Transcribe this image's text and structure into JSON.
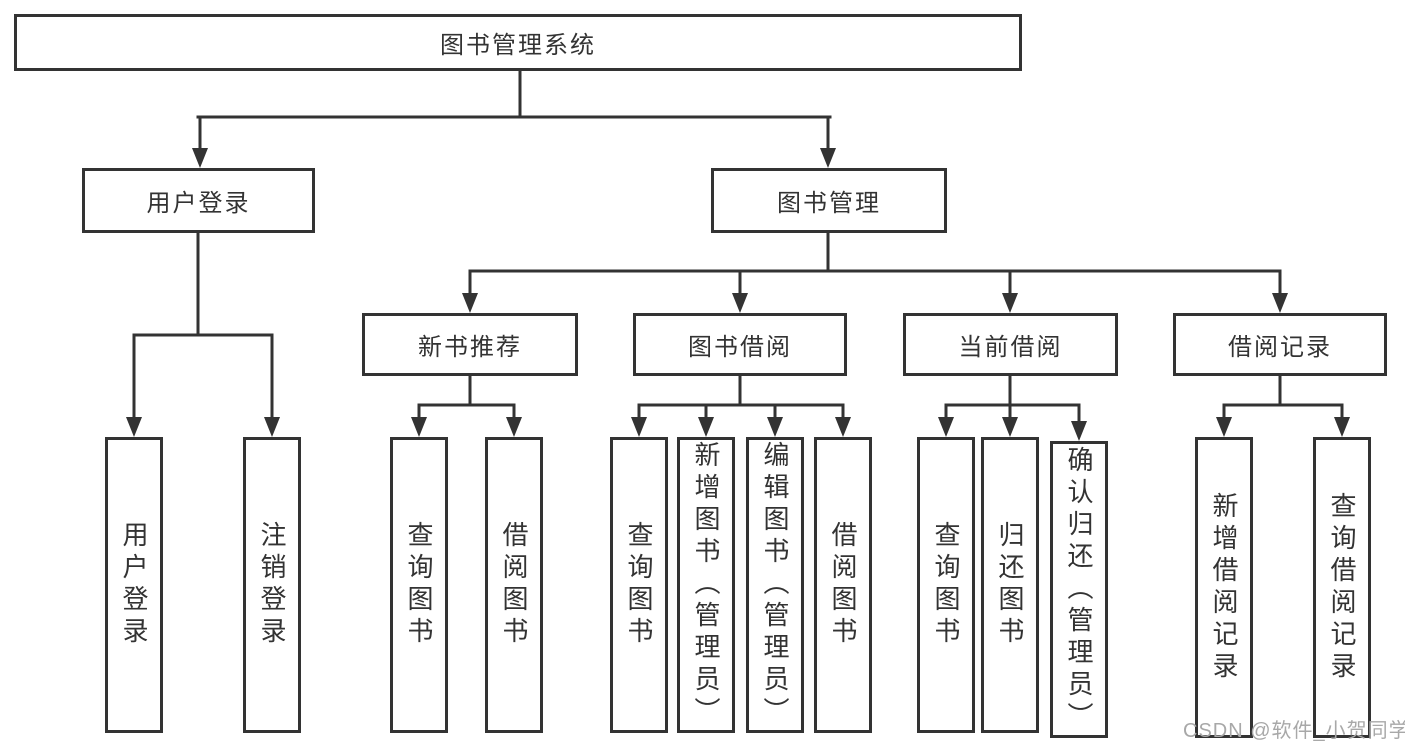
{
  "diagram": {
    "title": "图书管理系统",
    "branches": [
      {
        "label": "用户登录",
        "children": [
          {
            "label": "用户登录"
          },
          {
            "label": "注销登录"
          }
        ]
      },
      {
        "label": "图书管理",
        "children": [
          {
            "label": "新书推荐",
            "children": [
              {
                "label": "查询图书"
              },
              {
                "label": "借阅图书"
              }
            ]
          },
          {
            "label": "图书借阅",
            "children": [
              {
                "label": "查询图书"
              },
              {
                "label": "新增图书（管理员）"
              },
              {
                "label": "编辑图书（管理员）"
              },
              {
                "label": "借阅图书"
              }
            ]
          },
          {
            "label": "当前借阅",
            "children": [
              {
                "label": "查询图书"
              },
              {
                "label": "归还图书"
              },
              {
                "label": "确认归还（管理员）"
              }
            ]
          },
          {
            "label": "借阅记录",
            "children": [
              {
                "label": "新增借阅记录"
              },
              {
                "label": "查询借阅记录"
              }
            ]
          }
        ]
      }
    ]
  },
  "watermark": {
    "text": "CSDN @软件_小贺同学"
  },
  "colors": {
    "line": "#333333",
    "text": "#333333",
    "watermark": "#a8a8a8",
    "background": "#ffffff"
  }
}
